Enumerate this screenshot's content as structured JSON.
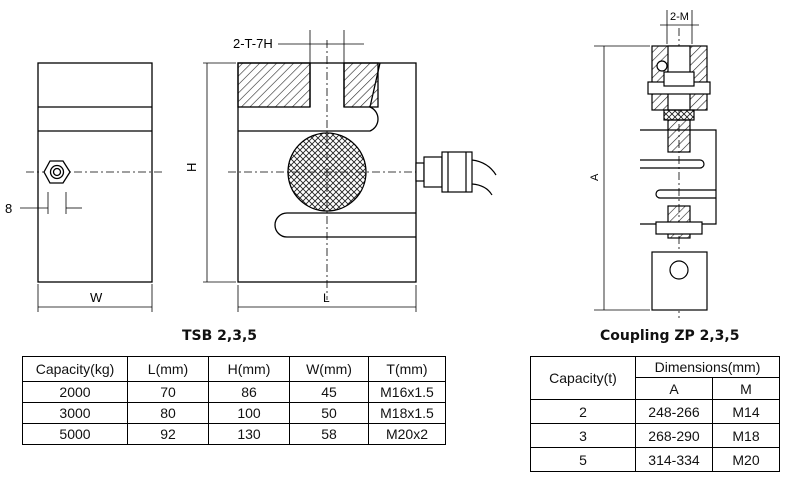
{
  "drawing": {
    "labels": {
      "thread_dim": "2-T-7H",
      "height_dim": "H",
      "width_dim": "W",
      "length_dim": "L",
      "side_offset_dim": "8",
      "coupling_thread_dim": "2-M",
      "coupling_length_dim": "A"
    }
  },
  "tsb": {
    "caption": "TSB 2,3,5",
    "headers": [
      "Capacity(kg)",
      "L(mm)",
      "H(mm)",
      "W(mm)",
      "T(mm)"
    ],
    "rows": [
      [
        "2000",
        "70",
        "86",
        "45",
        "M16x1.5"
      ],
      [
        "3000",
        "80",
        "100",
        "50",
        "M18x1.5"
      ],
      [
        "5000",
        "92",
        "130",
        "58",
        "M20x2"
      ]
    ]
  },
  "coupling": {
    "caption": "Coupling ZP 2,3,5",
    "header_capacity": "Capacity(t)",
    "header_dimensions": "Dimensions(mm)",
    "sub_headers": [
      "A",
      "M"
    ],
    "rows": [
      [
        "2",
        "248-266",
        "M14"
      ],
      [
        "3",
        "268-290",
        "M18"
      ],
      [
        "5",
        "314-334",
        "M20"
      ]
    ]
  }
}
